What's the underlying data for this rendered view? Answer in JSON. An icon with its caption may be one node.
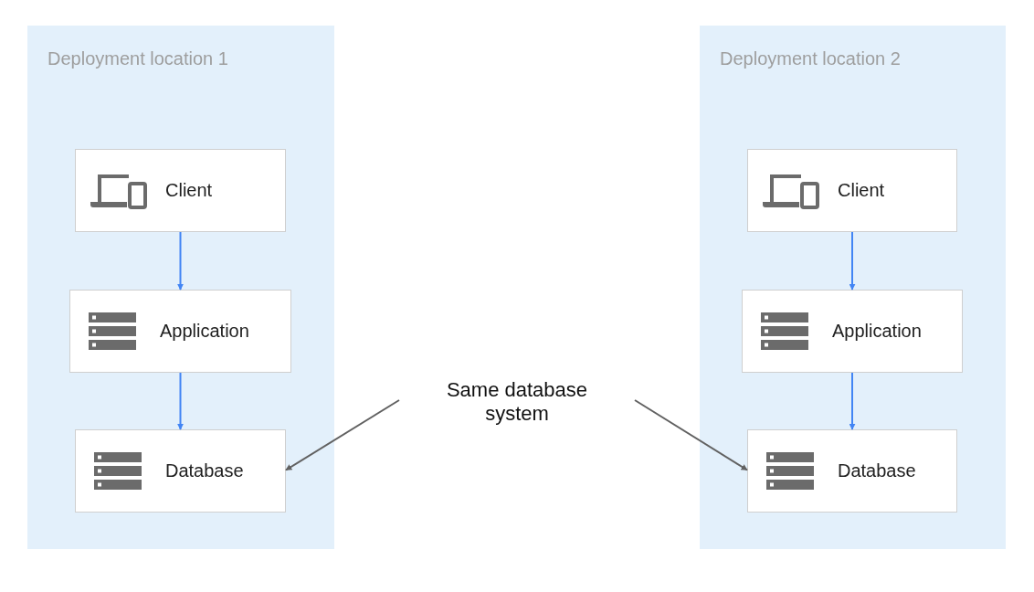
{
  "diagram": {
    "nodes": [
      {
        "text": [
          "Deployment location 1"
        ]
      },
      {
        "text": [
          "Client"
        ],
        "in": 0
      },
      {
        "text": [
          "Application"
        ],
        "in": 0
      },
      {
        "text": [
          "Database"
        ],
        "in": 0
      },
      {
        "text": [
          "Deployment location 2"
        ]
      },
      {
        "text": [
          "Client"
        ],
        "in": 4
      },
      {
        "text": [
          "Application"
        ],
        "in": 4
      },
      {
        "text": [
          "Database"
        ],
        "in": 4
      },
      {
        "text": [
          "Same database system"
        ]
      }
    ],
    "edges": [
      {
        "from": 1,
        "to": 2,
        "arrow": "to"
      },
      {
        "from": 2,
        "to": 3,
        "arrow": "to"
      },
      {
        "from": 5,
        "to": 6,
        "arrow": "to"
      },
      {
        "from": 6,
        "to": 7,
        "arrow": "to"
      },
      {
        "from": 8,
        "to": 3,
        "arrow": "to",
        "color": "#616161"
      },
      {
        "from": 8,
        "to": 7,
        "arrow": "to",
        "color": "#616161"
      }
    ]
  }
}
